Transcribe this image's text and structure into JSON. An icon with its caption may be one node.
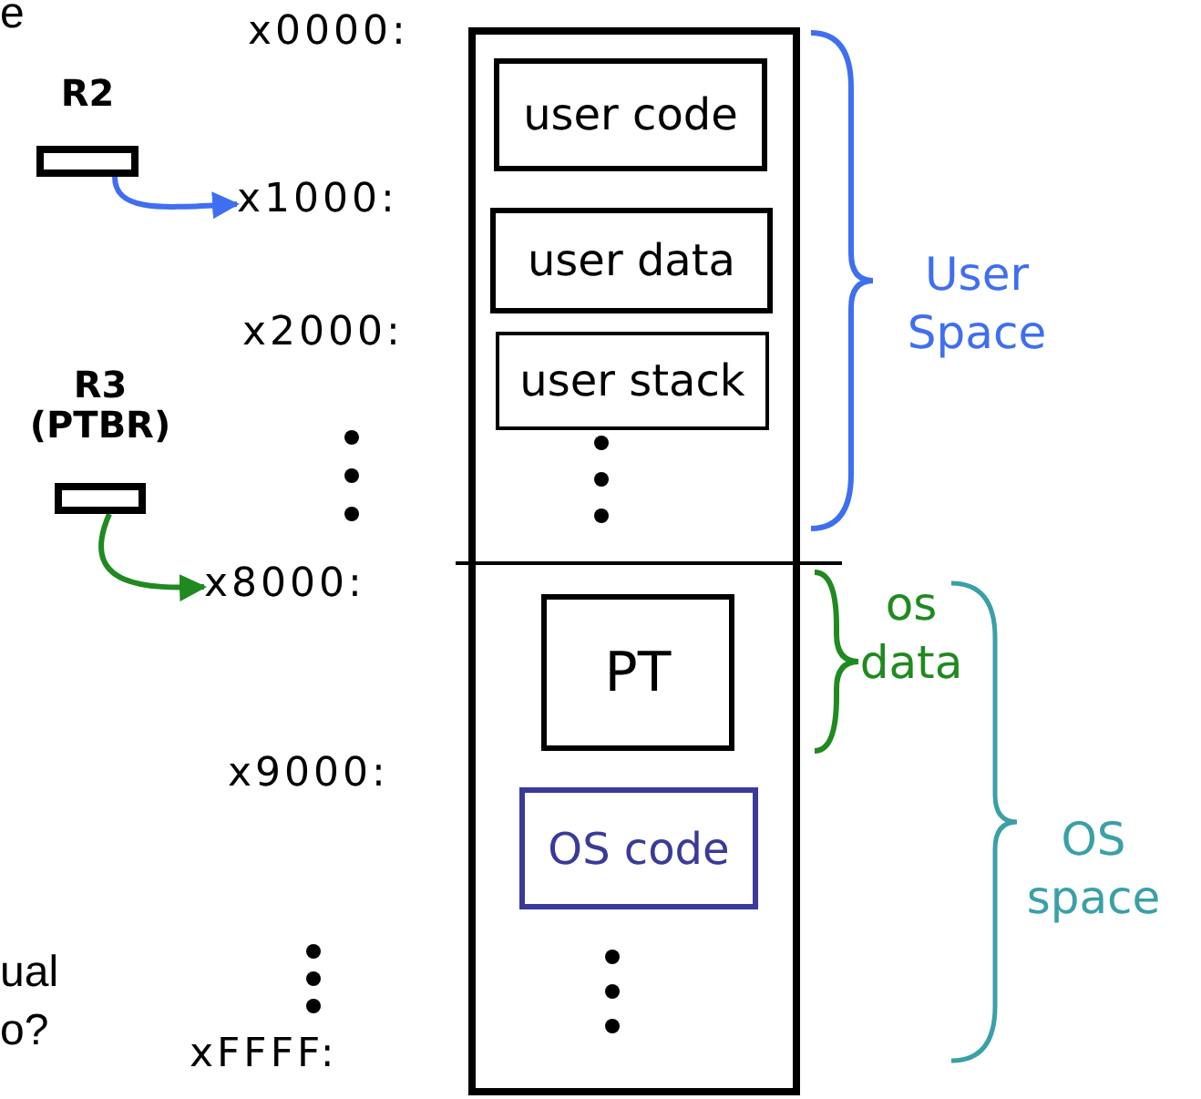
{
  "diagram": {
    "nodes": [
      {
        "text": [],
        "shape": "box"
      },
      {
        "text": [
          "user code"
        ],
        "in": 0
      },
      {
        "text": [
          "user data"
        ],
        "in": 0
      },
      {
        "text": [
          "user stack"
        ],
        "in": 0
      },
      {
        "text": [
          "PT"
        ],
        "in": 0
      },
      {
        "text": [
          "OS code"
        ],
        "in": 0
      },
      {
        "text": [
          "R2"
        ]
      },
      {
        "text": [
          "R3 (PTBR)"
        ]
      },
      {
        "text": [
          "x1000:"
        ]
      },
      {
        "text": [
          "x8000:"
        ]
      }
    ],
    "edges": [
      {
        "from": 6,
        "to": 8,
        "arrow": "to",
        "color": "#3f6ff0"
      },
      {
        "from": 7,
        "to": 9,
        "arrow": "to",
        "color": "#1f8a1f"
      }
    ],
    "labels": [
      "e",
      "x0000:",
      "x2000:",
      "User Space",
      "os data",
      "x9000:",
      "OS space",
      "ual",
      "o?",
      "xFFFF:"
    ]
  }
}
